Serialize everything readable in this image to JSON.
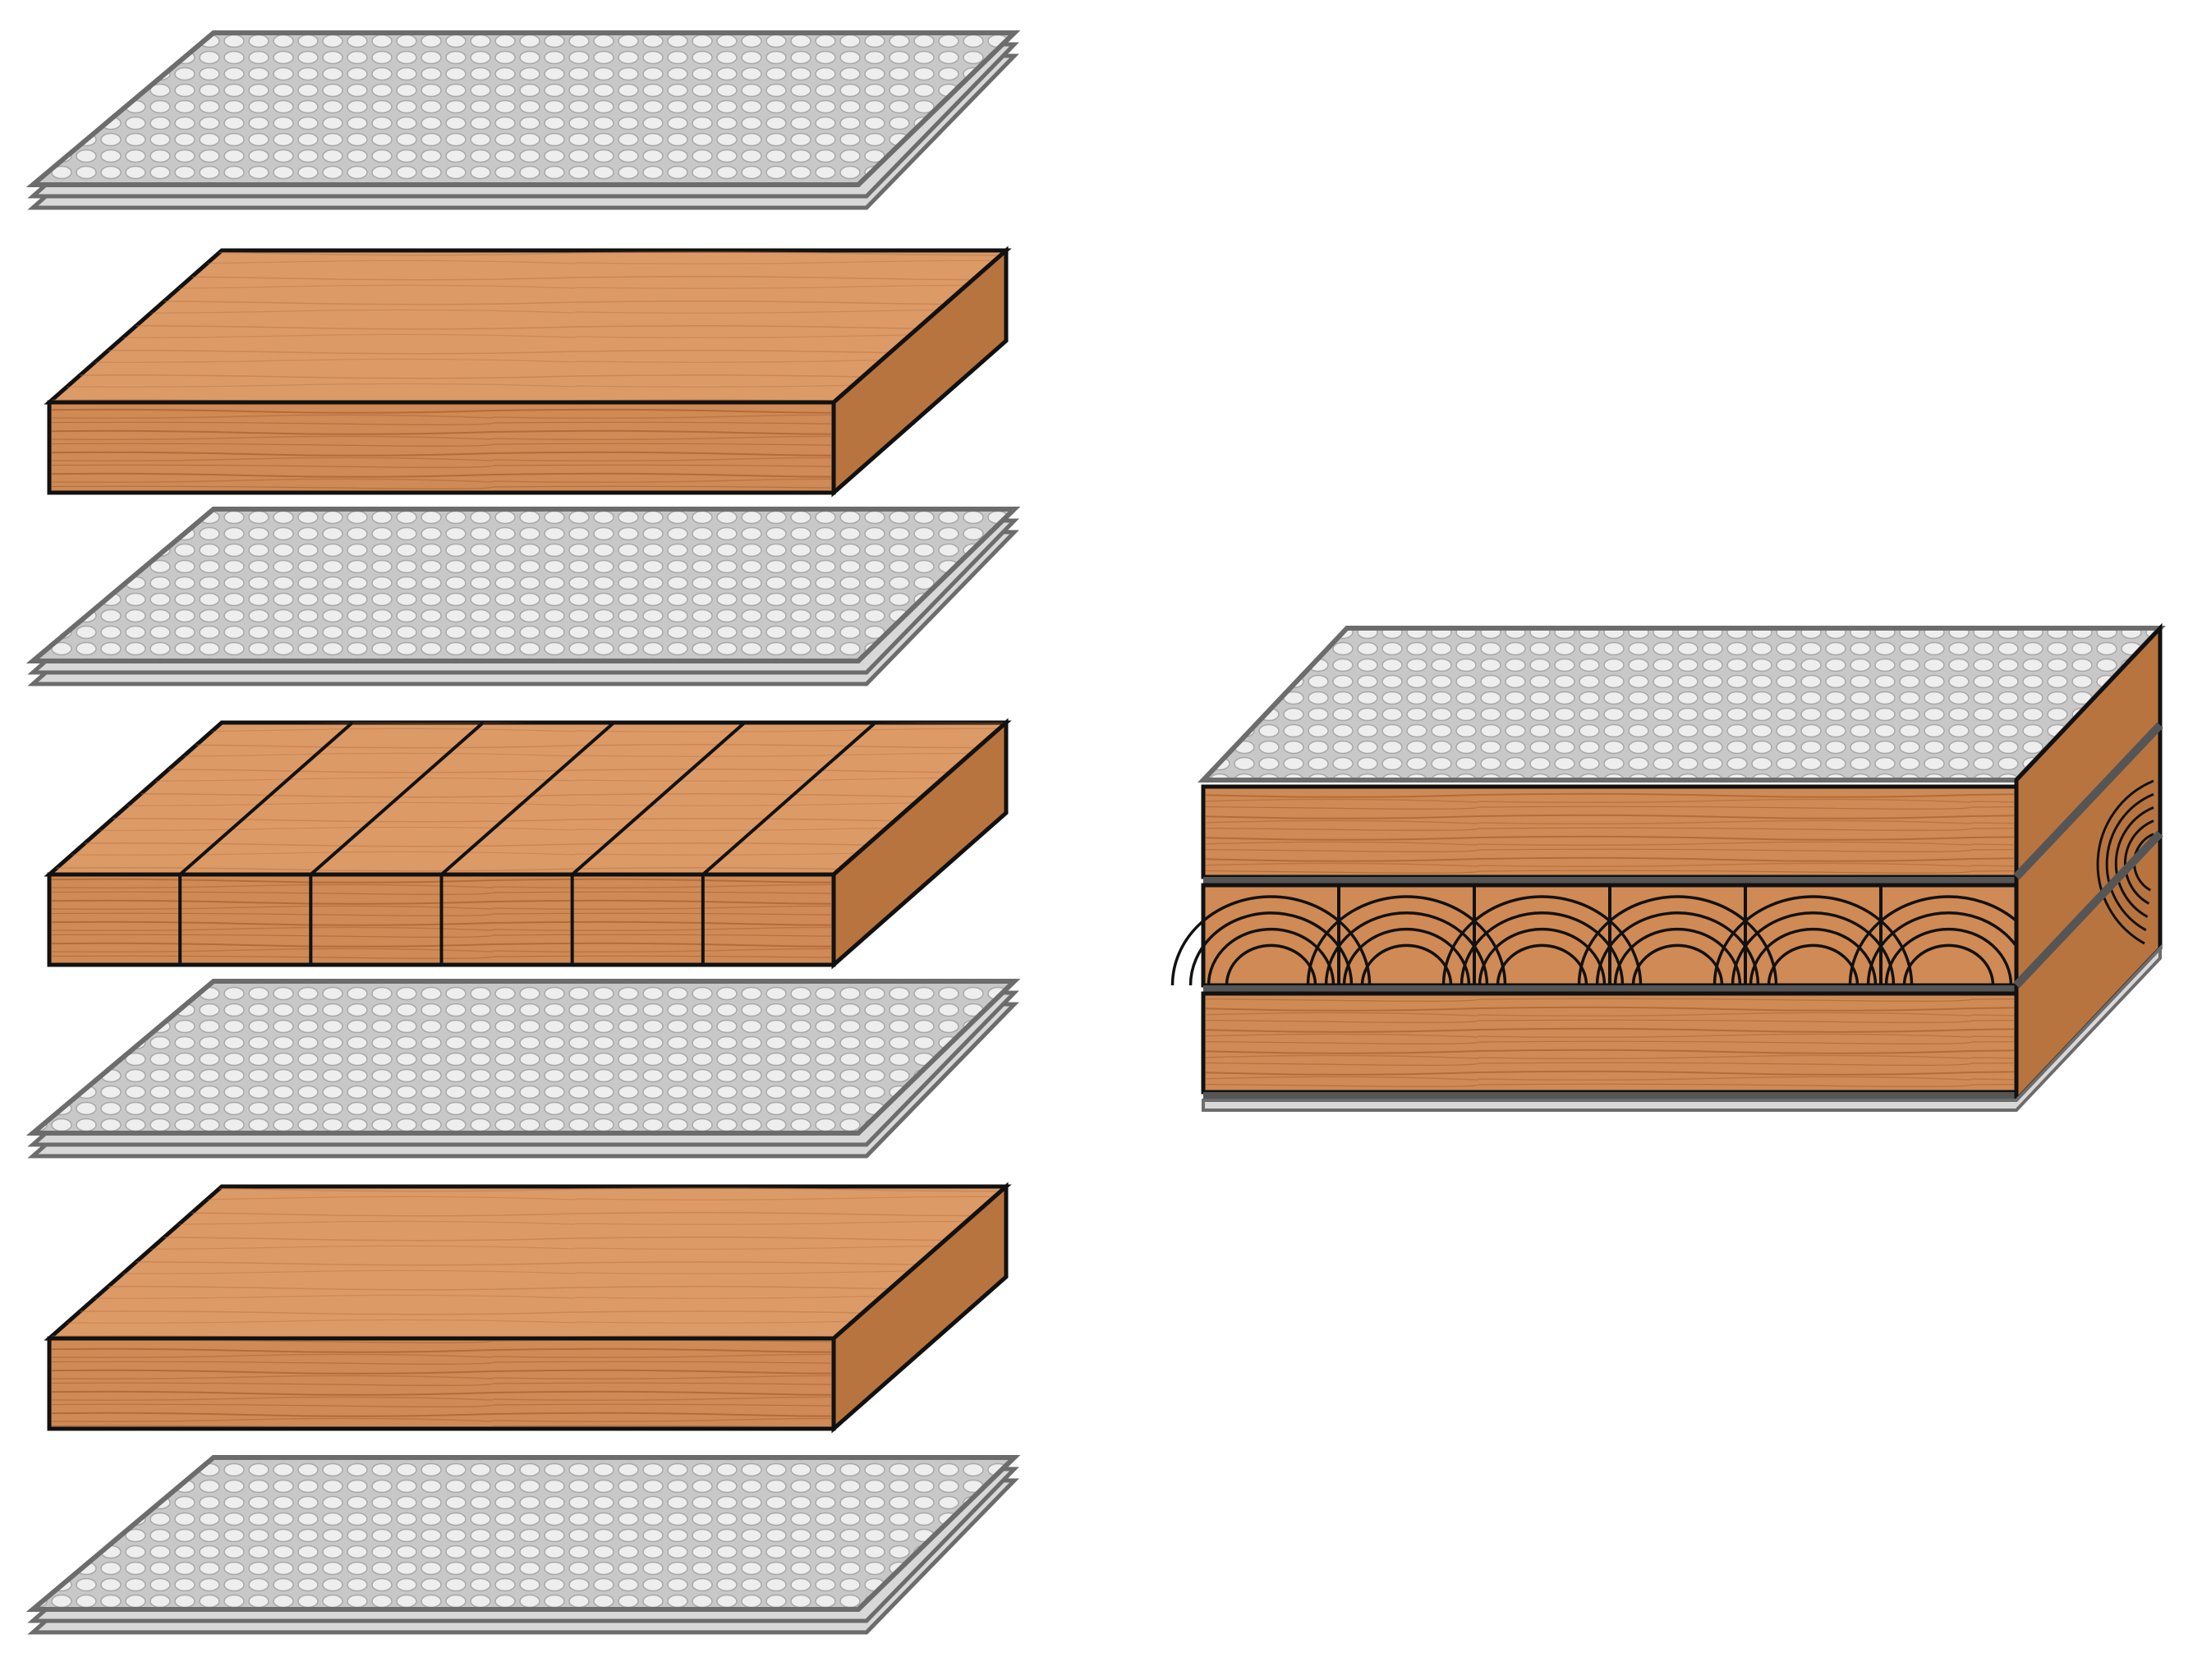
{
  "figure": {
    "colors": {
      "background": "#ffffff",
      "wood_top": "#dc9a66",
      "wood_front": "#cf8a55",
      "wood_side": "#b8743f",
      "wood_grain": "#8a4a22",
      "mesh_face": "#c4c4c4",
      "mesh_cell": "#eeeeee",
      "mesh_edge": "#6c6c6c",
      "outline": "#111111"
    },
    "exploded_stack": [
      {
        "kind": "mesh",
        "name": "mesh-layer-1"
      },
      {
        "kind": "plank",
        "name": "wood-layer-top"
      },
      {
        "kind": "mesh",
        "name": "mesh-layer-2"
      },
      {
        "kind": "segmented",
        "name": "wood-layer-core",
        "segments": 6
      },
      {
        "kind": "mesh",
        "name": "mesh-layer-3"
      },
      {
        "kind": "plank",
        "name": "wood-layer-bottom"
      },
      {
        "kind": "mesh",
        "name": "mesh-layer-4"
      }
    ],
    "assembled_block": {
      "name": "assembled-composite",
      "core_segments": 6
    }
  }
}
